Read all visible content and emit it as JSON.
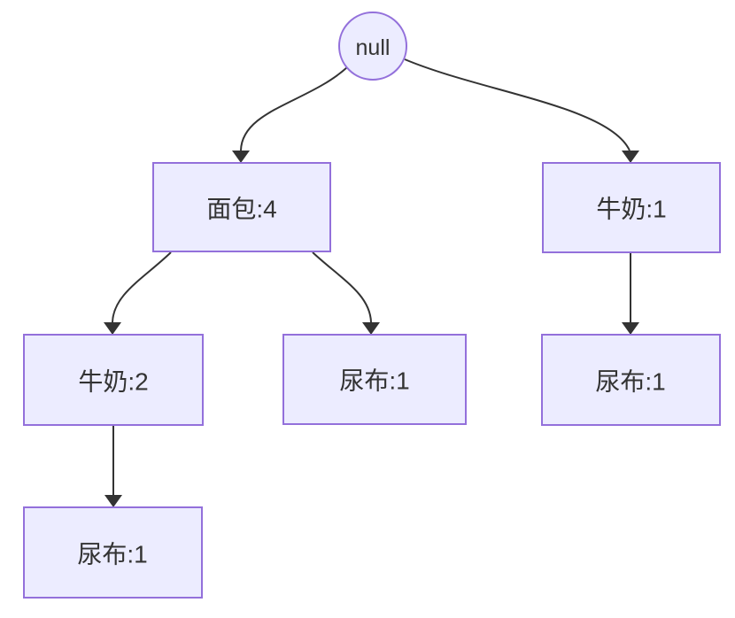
{
  "diagram": {
    "kind": "tree-flowchart",
    "nodes": [
      {
        "id": "root",
        "label": "null",
        "shape": "circle"
      },
      {
        "id": "bread4",
        "label": "面包:4",
        "shape": "rect"
      },
      {
        "id": "milk1",
        "label": "牛奶:1",
        "shape": "rect"
      },
      {
        "id": "milk2",
        "label": "牛奶:2",
        "shape": "rect"
      },
      {
        "id": "diaper1a",
        "label": "尿布:1",
        "shape": "rect"
      },
      {
        "id": "diaper1b",
        "label": "尿布:1",
        "shape": "rect"
      },
      {
        "id": "diaper1c",
        "label": "尿布:1",
        "shape": "rect"
      }
    ],
    "edges": [
      {
        "from": "root",
        "to": "bread4"
      },
      {
        "from": "root",
        "to": "milk1"
      },
      {
        "from": "bread4",
        "to": "milk2"
      },
      {
        "from": "bread4",
        "to": "diaper1a"
      },
      {
        "from": "milk2",
        "to": "diaper1c"
      },
      {
        "from": "milk1",
        "to": "diaper1b"
      }
    ],
    "colors": {
      "node_fill": "#ECECFF",
      "node_border": "#9370DB",
      "edge": "#333333",
      "text": "#333333",
      "background": "#FFFFFF"
    }
  }
}
